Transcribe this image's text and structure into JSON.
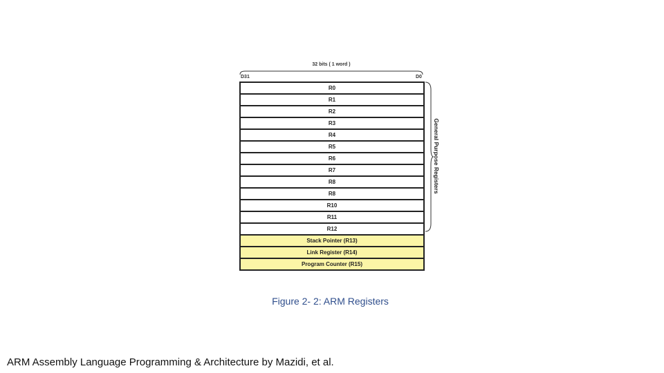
{
  "diagram": {
    "width_label": "32 bits ( 1 word )",
    "msb_label": "D31",
    "lsb_label": "D0",
    "registers": [
      {
        "label": "R0",
        "highlighted": false
      },
      {
        "label": "R1",
        "highlighted": false
      },
      {
        "label": "R2",
        "highlighted": false
      },
      {
        "label": "R3",
        "highlighted": false
      },
      {
        "label": "R4",
        "highlighted": false
      },
      {
        "label": "R5",
        "highlighted": false
      },
      {
        "label": "R6",
        "highlighted": false
      },
      {
        "label": "R7",
        "highlighted": false
      },
      {
        "label": "R8",
        "highlighted": false
      },
      {
        "label": "R8",
        "highlighted": false
      },
      {
        "label": "R10",
        "highlighted": false
      },
      {
        "label": "R11",
        "highlighted": false
      },
      {
        "label": "R12",
        "highlighted": false
      },
      {
        "label": "Stack Pointer (R13)",
        "highlighted": true
      },
      {
        "label": "Link Register (R14)",
        "highlighted": true
      },
      {
        "label": "Program Counter (R15)",
        "highlighted": true
      }
    ],
    "group_label": "General Purpose Registers",
    "highlight_color": "#fbf5a6"
  },
  "caption": "Figure 2- 2: ARM Registers",
  "citation": "ARM Assembly Language Programming & Architecture by Mazidi, et al."
}
